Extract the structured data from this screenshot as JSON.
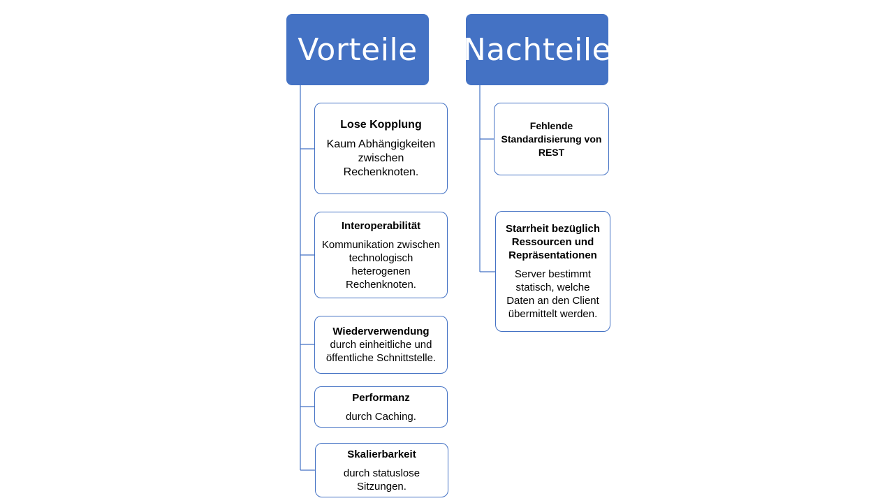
{
  "colors": {
    "accent": "#4472c4",
    "box_border": "#4472c4",
    "background": "#ffffff"
  },
  "vorteile": {
    "title": "Vorteile",
    "items": [
      {
        "title": "Lose Kopplung",
        "body": "Kaum Abhängigkeiten zwischen Rechenknoten."
      },
      {
        "title": "Interoperabilität",
        "body": "Kommunikation zwischen technologisch heterogenen Rechenknoten."
      },
      {
        "title": "Wiederverwendung",
        "body": "durch einheitliche und öffentliche Schnittstelle."
      },
      {
        "title": "Performanz",
        "body": "durch Caching."
      },
      {
        "title": "Skalierbarkeit",
        "body": "durch statuslose Sitzungen."
      }
    ]
  },
  "nachteile": {
    "title": "Nachteile",
    "items": [
      {
        "title": "Fehlende Standardisierung von REST",
        "body": ""
      },
      {
        "title": "Starrheit bezüglich Ressourcen und Repräsentationen",
        "body": "Server bestimmt statisch, welche Daten an den Client übermittelt werden."
      }
    ]
  }
}
